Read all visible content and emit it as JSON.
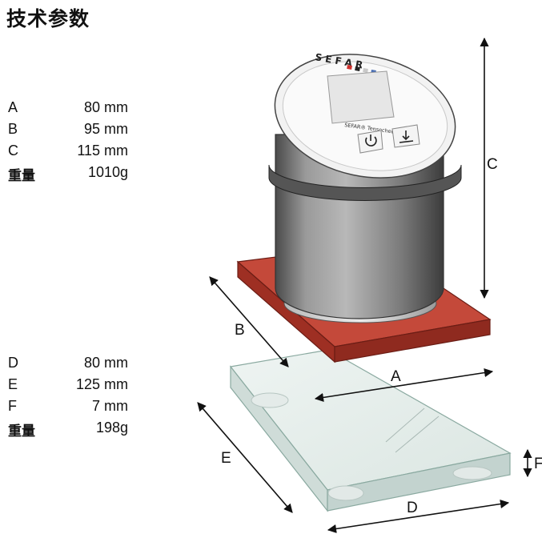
{
  "title": "技术参数",
  "specs_top": [
    {
      "key": "A",
      "value": "80 mm"
    },
    {
      "key": "B",
      "value": "95 mm"
    },
    {
      "key": "C",
      "value": "115 mm"
    },
    {
      "key": "重量",
      "value": "1010g"
    }
  ],
  "specs_bottom": [
    {
      "key": "D",
      "value": "80 mm"
    },
    {
      "key": "E",
      "value": "125 mm"
    },
    {
      "key": "F",
      "value": "7 mm"
    },
    {
      "key": "重量",
      "value": "198g"
    }
  ],
  "dimension_labels": {
    "A": "A",
    "B": "B",
    "C": "C",
    "D": "D",
    "E": "E",
    "F": "F"
  },
  "device": {
    "brand": "S E F A R",
    "model_label": "SEFAR® Tensocheck 200",
    "power_icon": "power-icon",
    "download_icon": "download-icon"
  },
  "colors": {
    "base_plate": "#b33a2c",
    "cylinder": "#8a8a8a",
    "brand_squares": [
      "#d0312d",
      "#222222",
      "#c8c8c8",
      "#4a6fb5"
    ]
  }
}
